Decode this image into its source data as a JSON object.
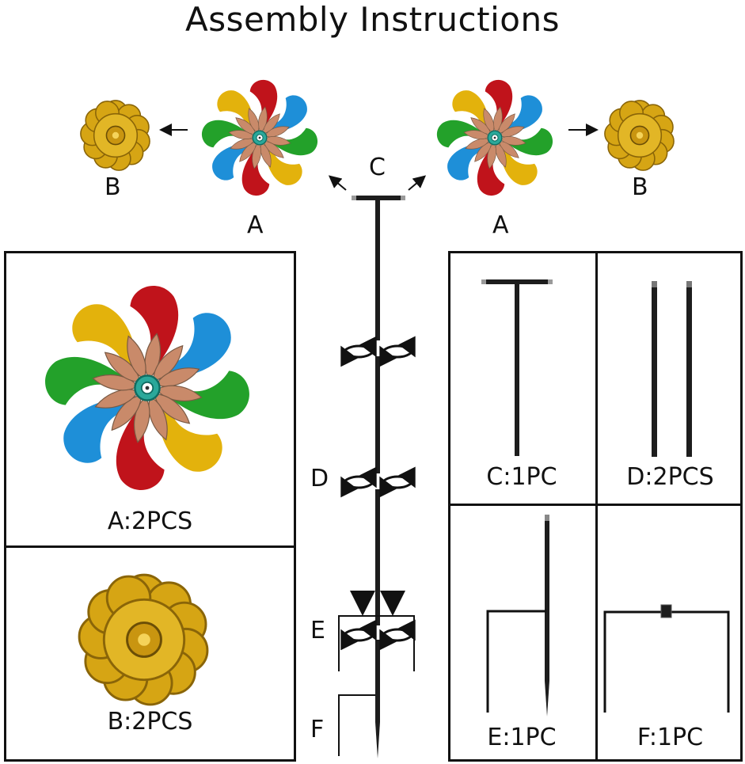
{
  "title": "Assembly Instructions",
  "labels": {
    "A": "A",
    "B": "B",
    "C": "C",
    "D": "D",
    "E": "E",
    "F": "F"
  },
  "parts": {
    "a_count": "A:2PCS",
    "b_count": "B:2PCS",
    "c_count": "C:1PC",
    "d_count": "D:2PCS",
    "e_count": "E:1PC",
    "f_count": "F:1PC"
  },
  "colors": {
    "red": "#c0131b",
    "blue": "#1e8fd8",
    "green": "#23a12a",
    "yellow": "#e3b20c",
    "leaf": "#c98a6a",
    "hub": "#2aa89a",
    "gold": "#d6a514",
    "pole": "#1d1d1d"
  }
}
